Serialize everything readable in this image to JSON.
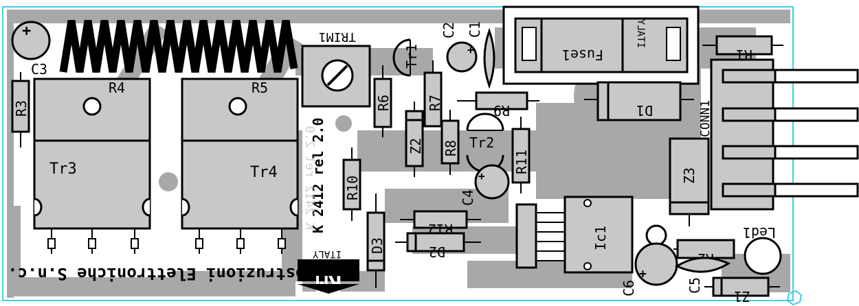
{
  "labels": {
    "C3": "C3",
    "R3": "R3",
    "R4": "R4",
    "R5": "R5",
    "Tr3": "Tr3",
    "Tr4": "Tr4",
    "TRIM1": "TRIM1",
    "R6": "R6",
    "Tr1": "Tr1",
    "R7": "R7",
    "C2": "C2",
    "C1": "C1",
    "Z2": "Z2",
    "R8": "R8",
    "R9": "R9",
    "Tr2": "Tr2",
    "R11": "R11",
    "C4": "C4",
    "R10": "R10",
    "R12": "R12",
    "D3": "D3",
    "D2": "D2",
    "Fuse1": "Fuse1",
    "R1": "R1",
    "D1": "D1",
    "CONN1": "CONN1",
    "Z3": "Z3",
    "Ic1": "Ic1",
    "Led1": "Led1",
    "R2": "R2",
    "C6": "C6",
    "C5": "C5",
    "Z1": "Z1"
  },
  "board_text": {
    "ref": "K 2412 rel 2.0",
    "ref_mirror": "K 2412 rel 2.0",
    "company": "Costruzioni Elettroniche S.n.c.",
    "brand": "RM",
    "brand_sub": "ITALY",
    "fuse_note": "ITALY"
  },
  "colors": {
    "copper": "#a8a8a8",
    "component_fill": "#c8c8c8",
    "outline": "#000000",
    "board_edge": "#3fd0e6",
    "silkscreen": "#000000"
  }
}
